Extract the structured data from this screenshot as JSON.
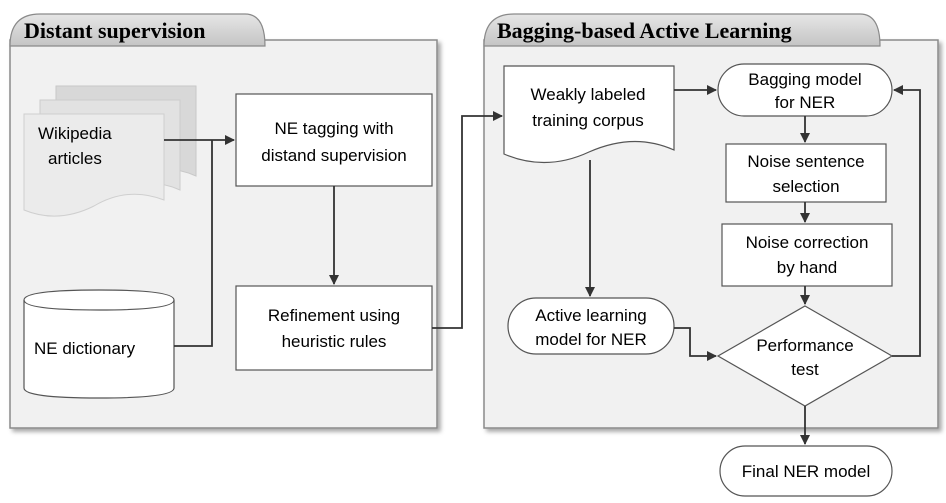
{
  "panels": {
    "distant": {
      "title": "Distant supervision"
    },
    "bagging": {
      "title": "Bagging-based Active Learning"
    }
  },
  "nodes": {
    "wikipedia": {
      "line1": "Wikipedia",
      "line2": "articles"
    },
    "dictionary": {
      "line1": "NE dictionary"
    },
    "ne_tagging": {
      "line1": "NE tagging with",
      "line2": "distand supervision"
    },
    "refinement": {
      "line1": "Refinement using",
      "line2": "heuristic rules"
    },
    "weak_corpus": {
      "line1": "Weakly labeled",
      "line2": "training corpus"
    },
    "bagging_model": {
      "line1": "Bagging model",
      "line2": "for NER"
    },
    "noise_selection": {
      "line1": "Noise sentence",
      "line2": "selection"
    },
    "noise_correction": {
      "line1": "Noise correction",
      "line2": "by hand"
    },
    "active_model": {
      "line1": "Active learning",
      "line2": "model for NER"
    },
    "performance_test": {
      "line1": "Performance",
      "line2": "test"
    },
    "final_model": {
      "line1": "Final NER model"
    }
  },
  "colors": {
    "panel_fill": "#f1f1f1",
    "panel_border": "#8a8a8a",
    "tab_fill": "#d4d4d4",
    "node_border": "#555555",
    "arrow": "#333333",
    "doc_shadow": "#d0d0d0"
  }
}
